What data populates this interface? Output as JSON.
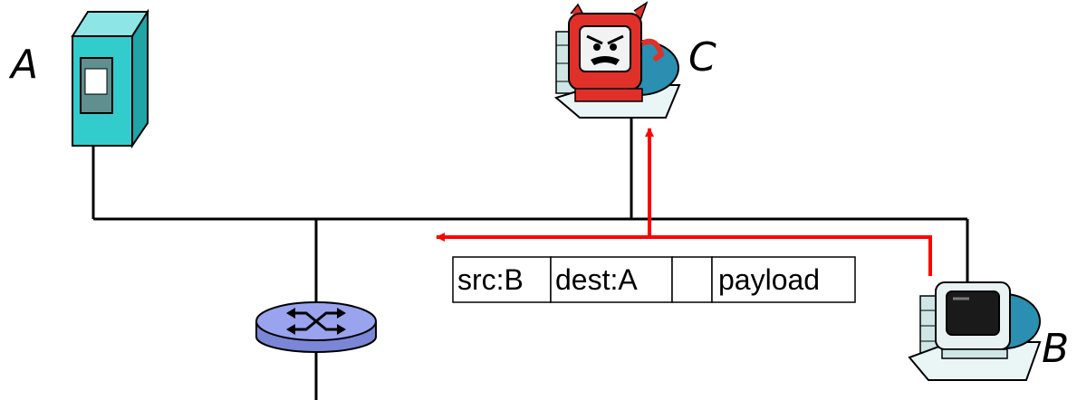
{
  "nodes": {
    "a": {
      "label": "A",
      "icon": "server-tower-icon"
    },
    "b": {
      "label": "B",
      "icon": "desktop-computer-icon"
    },
    "c": {
      "label": "C",
      "icon": "evil-devil-computer-icon"
    },
    "switch": {
      "icon": "router-switch-icon"
    }
  },
  "packet": {
    "fields": [
      "src:B",
      "dest:A",
      "",
      "payload"
    ]
  },
  "colors": {
    "link": "#000000",
    "frame_path": "#ff0000",
    "server": "#33cccc",
    "router": "#99a3ee",
    "devil": "#e0302a",
    "screen": "#2a8fb0"
  }
}
